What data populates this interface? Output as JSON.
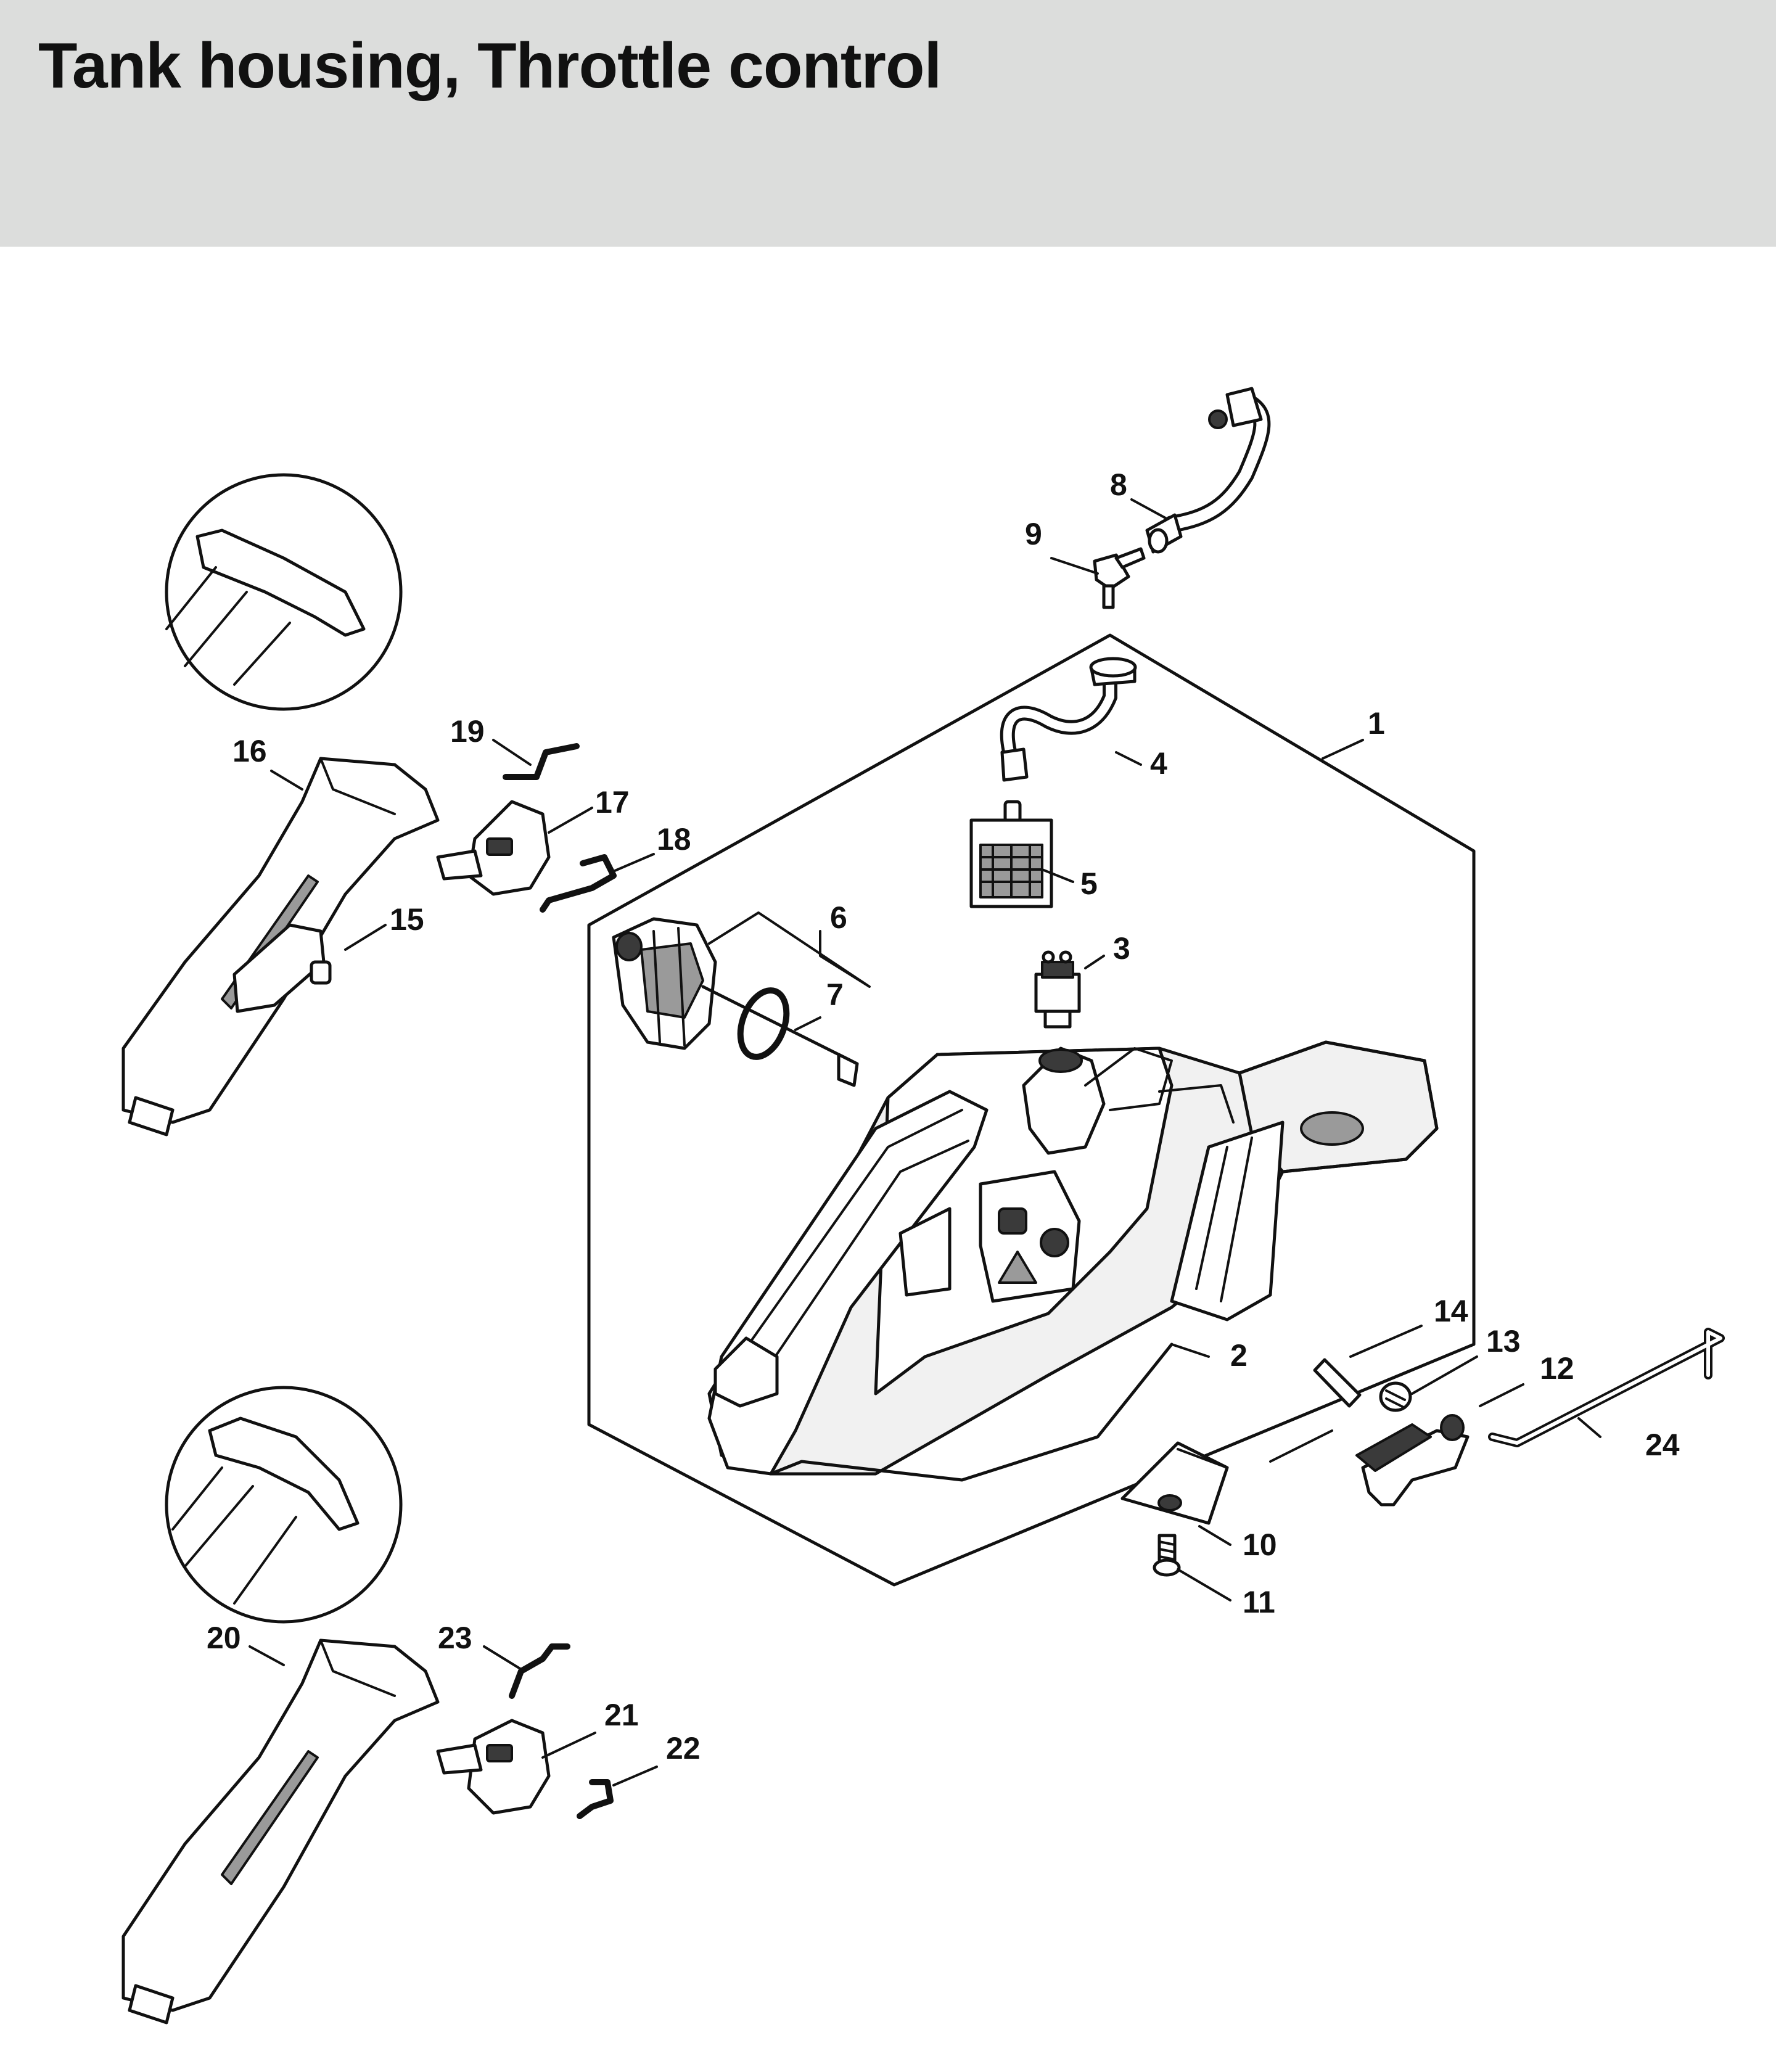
{
  "title": "Tank housing, Throttle control",
  "callouts": {
    "c1": "1",
    "c2": "2",
    "c3": "3",
    "c4": "4",
    "c5": "5",
    "c6": "6",
    "c7": "7",
    "c8": "8",
    "c9": "9",
    "c10": "10",
    "c11": "11",
    "c12": "12",
    "c13": "13",
    "c14": "14",
    "c15": "15",
    "c16": "16",
    "c17": "17",
    "c18": "18",
    "c19": "19",
    "c20": "20",
    "c21": "21",
    "c22": "22",
    "c23": "23",
    "c24": "24"
  },
  "colors": {
    "header_background": "#dcdddc",
    "line": "#111111"
  }
}
